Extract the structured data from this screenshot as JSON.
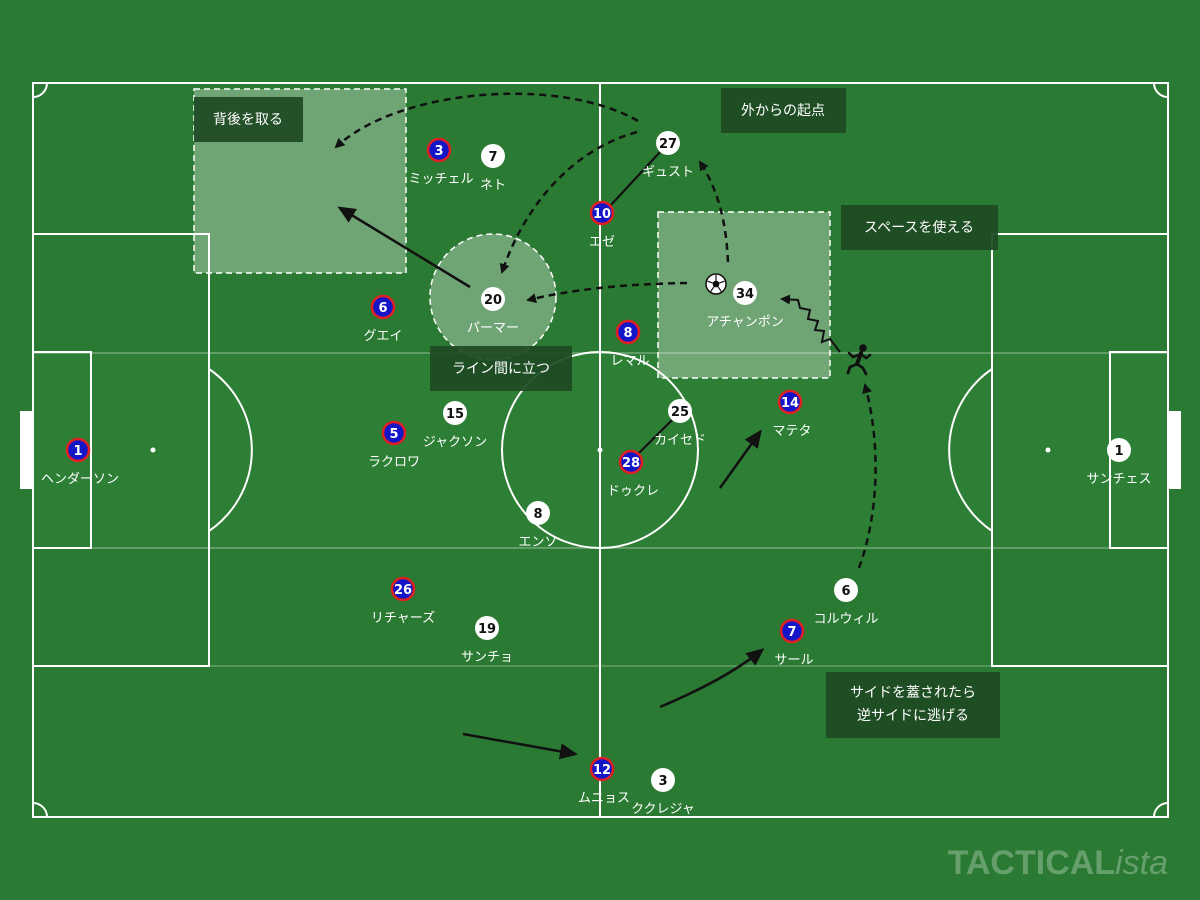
{
  "colors": {
    "pitch": "#2b7a33",
    "stripe": "#2f8237",
    "line": "#ffffff",
    "away_fill": "#1515c8",
    "away_ring": "#e02020",
    "home_fill": "#ffffff",
    "home_text": "#111111",
    "label_box": "#1e4a24"
  },
  "players": [
    {
      "team": "away",
      "number": "1",
      "name": "ヘンダーソン"
    },
    {
      "team": "away",
      "number": "3",
      "name": "ミッチェル"
    },
    {
      "team": "away",
      "number": "6",
      "name": "グエイ"
    },
    {
      "team": "away",
      "number": "5",
      "name": "ラクロワ"
    },
    {
      "team": "away",
      "number": "26",
      "name": "リチャーズ"
    },
    {
      "team": "away",
      "number": "10",
      "name": "エゼ"
    },
    {
      "team": "away",
      "number": "8",
      "name": "レマル"
    },
    {
      "team": "away",
      "number": "28",
      "name": "ドゥクレ"
    },
    {
      "team": "away",
      "number": "14",
      "name": "マテタ"
    },
    {
      "team": "away",
      "number": "7",
      "name": "サール"
    },
    {
      "team": "away",
      "number": "12",
      "name": "ムニョス"
    },
    {
      "team": "home",
      "number": "7",
      "name": "ネト"
    },
    {
      "team": "home",
      "number": "27",
      "name": "ギュスト"
    },
    {
      "team": "home",
      "number": "20",
      "name": "パーマー"
    },
    {
      "team": "home",
      "number": "34",
      "name": "アチャンポン"
    },
    {
      "team": "home",
      "number": "15",
      "name": "ジャクソン"
    },
    {
      "team": "home",
      "number": "25",
      "name": "カイセド"
    },
    {
      "team": "home",
      "number": "8",
      "name": "エンソ"
    },
    {
      "team": "home",
      "number": "6",
      "name": "コルウィル"
    },
    {
      "team": "home",
      "number": "19",
      "name": "サンチョ"
    },
    {
      "team": "home",
      "number": "3",
      "name": "ククレジャ"
    },
    {
      "team": "home",
      "number": "1",
      "name": "サンチェス"
    }
  ],
  "annotations": [
    "背後を取る",
    "外からの起点",
    "スペースを使える",
    "ライン間に立つ",
    "サイドを蓋されたら",
    "逆サイドに逃げる"
  ],
  "watermark": {
    "main": "TACTICAL",
    "accent": "ista"
  },
  "icons": [
    "soccer-ball-icon",
    "running-player-icon"
  ]
}
